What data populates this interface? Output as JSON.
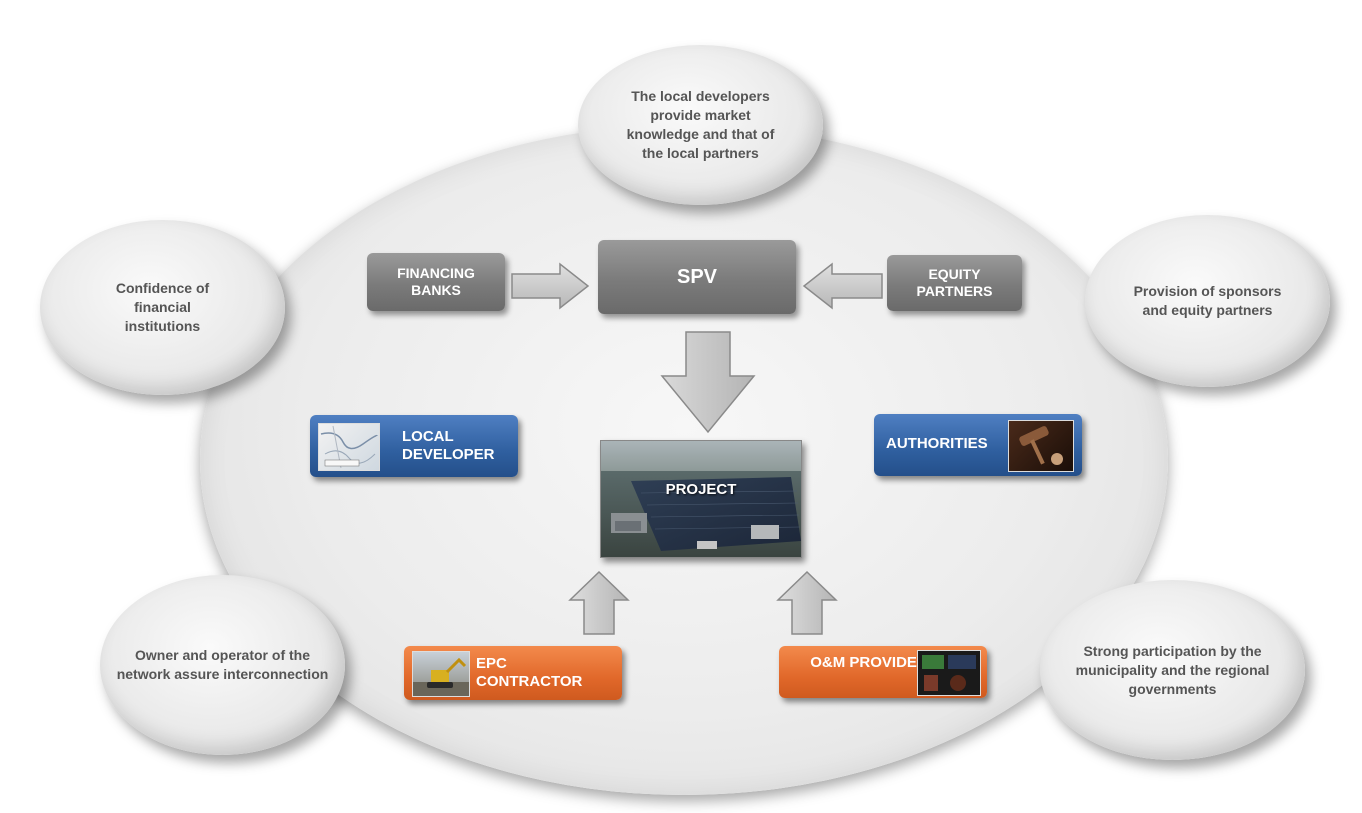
{
  "bubbles": {
    "top": "The local developers provide market knowledge and that of the local partners",
    "left": "Confidence of financial institutions",
    "right": "Provision of sponsors and equity partners",
    "bottom_left": "Owner and operator of the network assure interconnection",
    "bottom_right": "Strong participation by the municipality and the regional governments"
  },
  "boxes": {
    "financing_banks": "FINANCING BANKS",
    "spv": "SPV",
    "equity_partners": "EQUITY PARTNERS",
    "local_developer": "LOCAL DEVELOPER",
    "authorities": "AUTHORITIES",
    "project": "PROJECT",
    "epc_contractor": "EPC CONTRACTOR",
    "om_provider": "O&M PROVIDER"
  },
  "colors": {
    "blue": "#2f5f9f",
    "orange": "#e1682a",
    "grey": "#7b7b7b"
  },
  "icons": {
    "map_thumbnail": "map-thumbnail-icon",
    "gavel_thumbnail": "gavel-thumbnail-icon",
    "solar_farm_image": "solar-farm-image",
    "excavator_thumbnail": "excavator-thumbnail-icon",
    "control_room_thumbnail": "control-room-thumbnail-icon"
  }
}
